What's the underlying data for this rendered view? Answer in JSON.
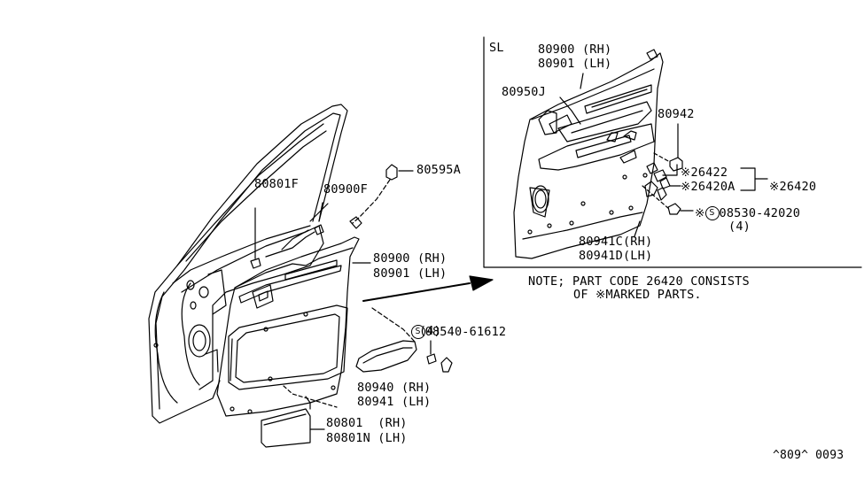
{
  "inset": {
    "tag": "SL"
  },
  "labels": {
    "p80801F": "80801F",
    "p80900F": "80900F",
    "p80595A": "80595A",
    "p80900rh": "80900 (RH)",
    "p80901lh": "80901 (LH)",
    "p08540": "08540-61612",
    "p08540qty": "(4)",
    "p80940rh": "80940 (RH)",
    "p80941lh": "80941 (LH)",
    "p80801rh": "80801  (RH)",
    "p80801Nlh": "80801N (LH)",
    "i80900rh": "80900 (RH)",
    "i80901lh": "80901 (LH)",
    "i80950J": "80950J",
    "i80942": "80942",
    "i26422": "26422",
    "i26420A": "26420A",
    "i26420": "26420",
    "i08530": "08530-42020",
    "i08530qty": "(4)",
    "i80941Crh": "80941C(RH)",
    "i80941Dlh": "80941D(LH)"
  },
  "markers": {
    "asterisk": "※",
    "s_circle": "S"
  },
  "note": {
    "line1": "NOTE; PART CODE 26420 CONSISTS",
    "line2": "OF ※MARKED PARTS."
  },
  "footer_code": "^809^ 0093"
}
